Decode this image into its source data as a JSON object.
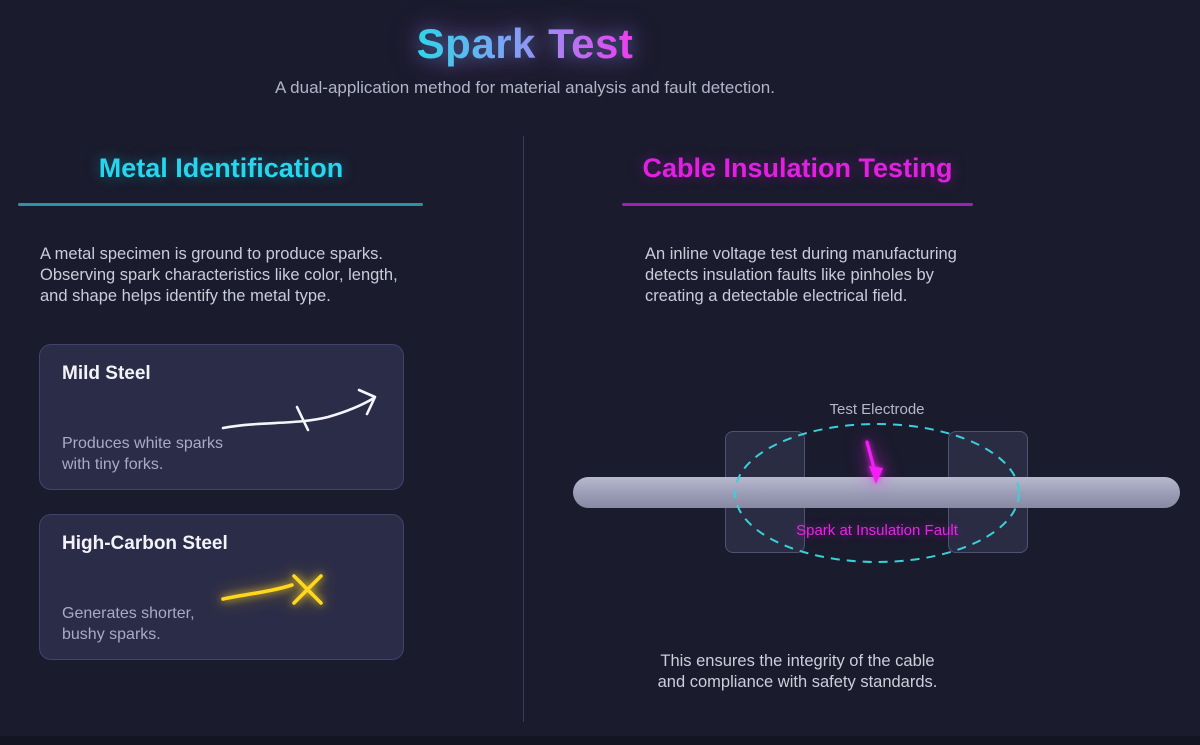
{
  "header": {
    "title": "Spark Test",
    "subtitle": "A dual-application method for material analysis and fault detection."
  },
  "left_section": {
    "heading": "Metal Identification",
    "description": "A metal specimen is ground to produce sparks.\nObserving spark characteristics like color, length,\nand shape helps identify the metal type.",
    "cards": [
      {
        "title": "Mild Steel",
        "description": "Produces white sparks\nwith tiny forks.",
        "spark_icon": "white-forked-arrow",
        "spark_color": "#ffffff"
      },
      {
        "title": "High-Carbon Steel",
        "description": "Generates shorter,\nbushy sparks.",
        "spark_icon": "yellow-burst-arrow",
        "spark_color": "#ffd81e"
      }
    ]
  },
  "right_section": {
    "heading": "Cable Insulation Testing",
    "description": "An inline voltage test during manufacturing\ndetects insulation faults like pinholes by\ncreating a detectable electrical field.",
    "diagram": {
      "electrode_label": "Test Electrode",
      "fault_label": "Spark at Insulation Fault",
      "spark_color": "#f51df5",
      "field_ellipse_color": "#3ad0d8"
    },
    "footer": "This ensures the integrity of the cable\nand compliance with safety standards."
  },
  "colors": {
    "background": "#1a1b2d",
    "card_background": "#2b2c48",
    "accent_cyan": "#25d6ee",
    "accent_magenta": "#e120e1",
    "title_gradient_start": "#30d5e8",
    "title_gradient_end": "#ee3cee"
  }
}
